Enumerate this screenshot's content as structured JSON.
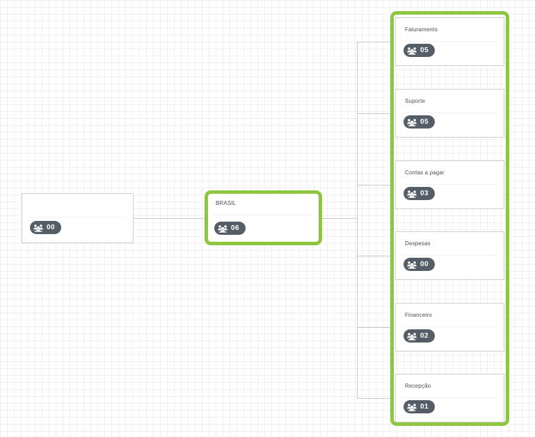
{
  "theme": {
    "accent_green": "#8dc63f",
    "badge_bg": "#555e67",
    "badge_text": "#ffffff",
    "card_border": "#cfcfcf",
    "line_color": "#c9c9c9",
    "title_color": "#4b4b55"
  },
  "icon": {
    "name": "users-group-icon"
  },
  "nodes": {
    "root": {
      "title": "",
      "count": "00"
    },
    "brasil": {
      "title": "BRASIL",
      "count": "06"
    }
  },
  "departments": [
    {
      "title": "Faturamento",
      "count": "05"
    },
    {
      "title": "Suporte",
      "count": "05"
    },
    {
      "title": "Contas a pagar",
      "count": "03"
    },
    {
      "title": "Despesas",
      "count": "00"
    },
    {
      "title": "Financeiro",
      "count": "02"
    },
    {
      "title": "Recepção",
      "count": "01"
    }
  ]
}
